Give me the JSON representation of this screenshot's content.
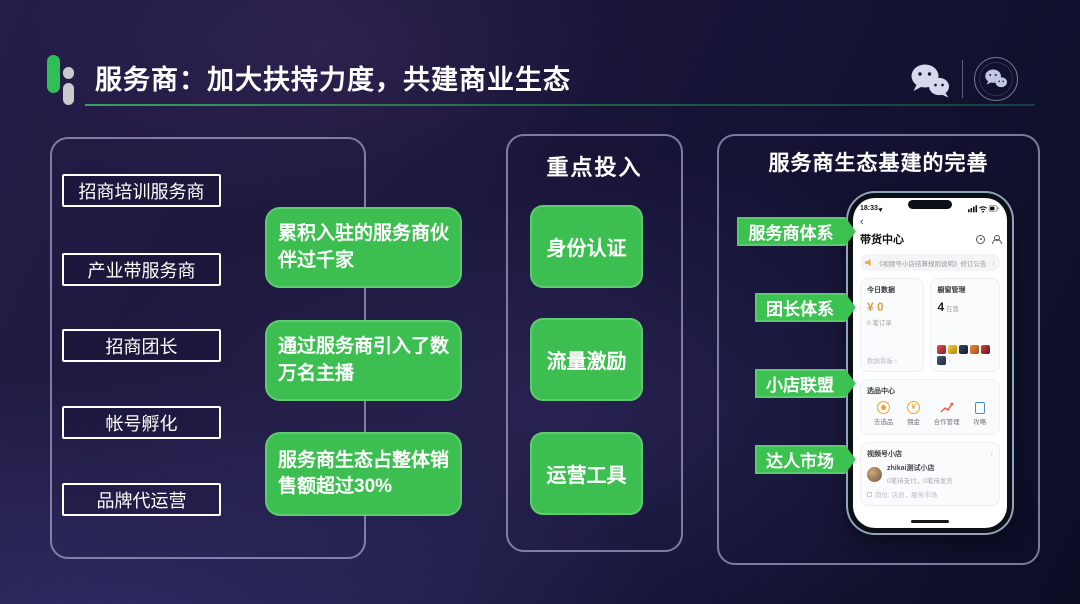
{
  "header": {
    "title": "服务商：加大扶持力度，共建商业生态"
  },
  "left_panel": {
    "categories": [
      "招商培训服务商",
      "产业带服务商",
      "招商团长",
      "帐号孵化",
      "品牌代运营"
    ],
    "highlights": [
      "累积入驻的服务商伙伴过千家",
      "通过服务商引入了数万名主播",
      "服务商生态占整体销售额超过30%"
    ]
  },
  "middle_panel": {
    "title": "重点投入",
    "items": [
      "身份认证",
      "流量激励",
      "运营工具"
    ]
  },
  "right_panel": {
    "title": "服务商生态基建的完善",
    "labels": [
      "服务商体系",
      "团长体系",
      "小店联盟",
      "达人市场"
    ],
    "phone": {
      "status_time": "18:33",
      "back": "‹",
      "app_title": "带货中心",
      "notice_text": "《视频号小店结算规则说明》修订公告",
      "chevron": "›",
      "today_card": {
        "title": "今日数据",
        "amount": "¥ 0",
        "orders": "0 笔订单",
        "link": "数据看板 ›"
      },
      "window_card": {
        "title": "橱窗管理",
        "count": "4",
        "unit": "在售"
      },
      "selection_card": {
        "title": "选品中心",
        "items": [
          "去选品",
          "佣金",
          "合作管理",
          "攻略"
        ],
        "commission_symbol": "¥"
      },
      "shop_card": {
        "title": "视频号小店",
        "shop_name": "zhikai测试小店",
        "pending": "0笔待支付，0笔待发货",
        "role": "岗位: 店员，服务市场"
      }
    }
  },
  "colors": {
    "accent_green": "#3cbf50",
    "amount_orange": "#d9a24a",
    "background_navy": "#1b1639"
  }
}
